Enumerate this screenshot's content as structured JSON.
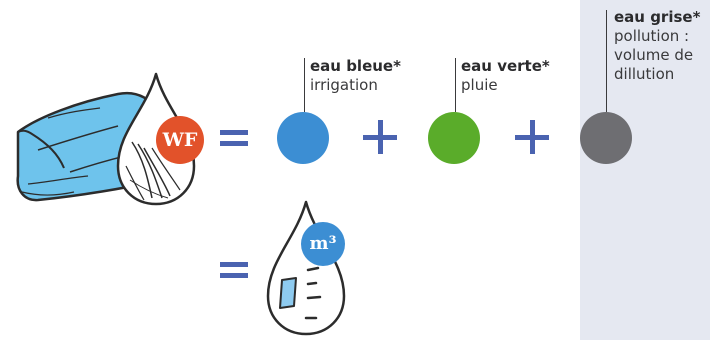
{
  "equation": {
    "wf_badge": "WF",
    "wf_badge_color": "#e2522a",
    "operator_color": "#4a63b0",
    "terms": [
      {
        "key": "blue",
        "title": "eau bleue*",
        "desc_lines": [
          "irrigation"
        ],
        "color": "#3c8ed3"
      },
      {
        "key": "green",
        "title": "eau verte*",
        "desc_lines": [
          "pluie"
        ],
        "color": "#5aac2a"
      },
      {
        "key": "grey",
        "title": "eau grise*",
        "desc_lines": [
          "pollution :",
          "volume de",
          "dillution"
        ],
        "color": "#6e6e72"
      }
    ]
  },
  "result": {
    "unit_badge": "m³",
    "unit_badge_color": "#3c8ed3"
  },
  "icons": {
    "tshirt": "folded-tshirt-icon",
    "drop": "water-drop-icon",
    "measure_drop": "measuring-drop-icon"
  },
  "panel_color": "#e5e8f1"
}
